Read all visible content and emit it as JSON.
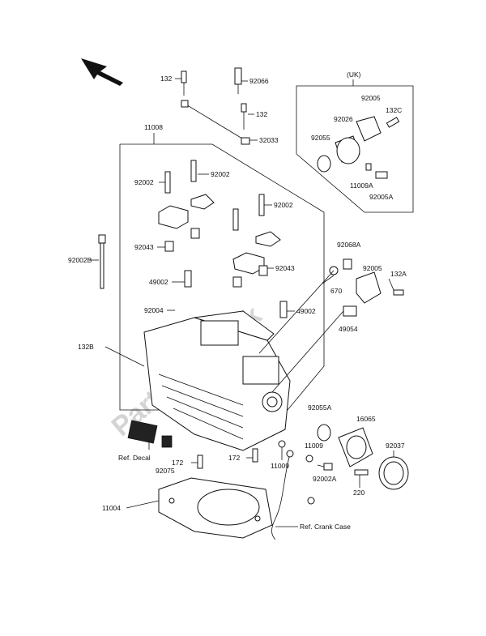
{
  "watermark": "PartsRepublik",
  "labels": {
    "uk": "(UK)",
    "p132_top": "132",
    "p92066": "92066",
    "p132_mid": "132",
    "p32033": "32033",
    "p11008": "11008",
    "p92002_a": "92002",
    "p92002_b": "92002",
    "p92002_c": "92002",
    "p92002B": "92002B",
    "p92043_a": "92043",
    "p92043_b": "92043",
    "p49002_a": "49002",
    "p49002_b": "49002",
    "p92004": "92004",
    "p132B": "132B",
    "p92005_uk": "92005",
    "p92026": "92026",
    "p132C": "132C",
    "p92055": "92055",
    "p11009A": "11009A",
    "p92005A": "92005A",
    "p92068A": "92068A",
    "p670": "670",
    "p92005": "92005",
    "p132A": "132A",
    "p49054": "49054",
    "p92055A": "92055A",
    "p16065": "16065",
    "p92037": "92037",
    "p11009_a": "11009",
    "p11009_b": "11009",
    "p92002A": "92002A",
    "p220": "220",
    "ref_decal": "Ref. Decal",
    "p92075": "92075",
    "p172_a": "172",
    "p172_b": "172",
    "p11004": "11004",
    "ref_crank": "Ref. Crank Case"
  }
}
